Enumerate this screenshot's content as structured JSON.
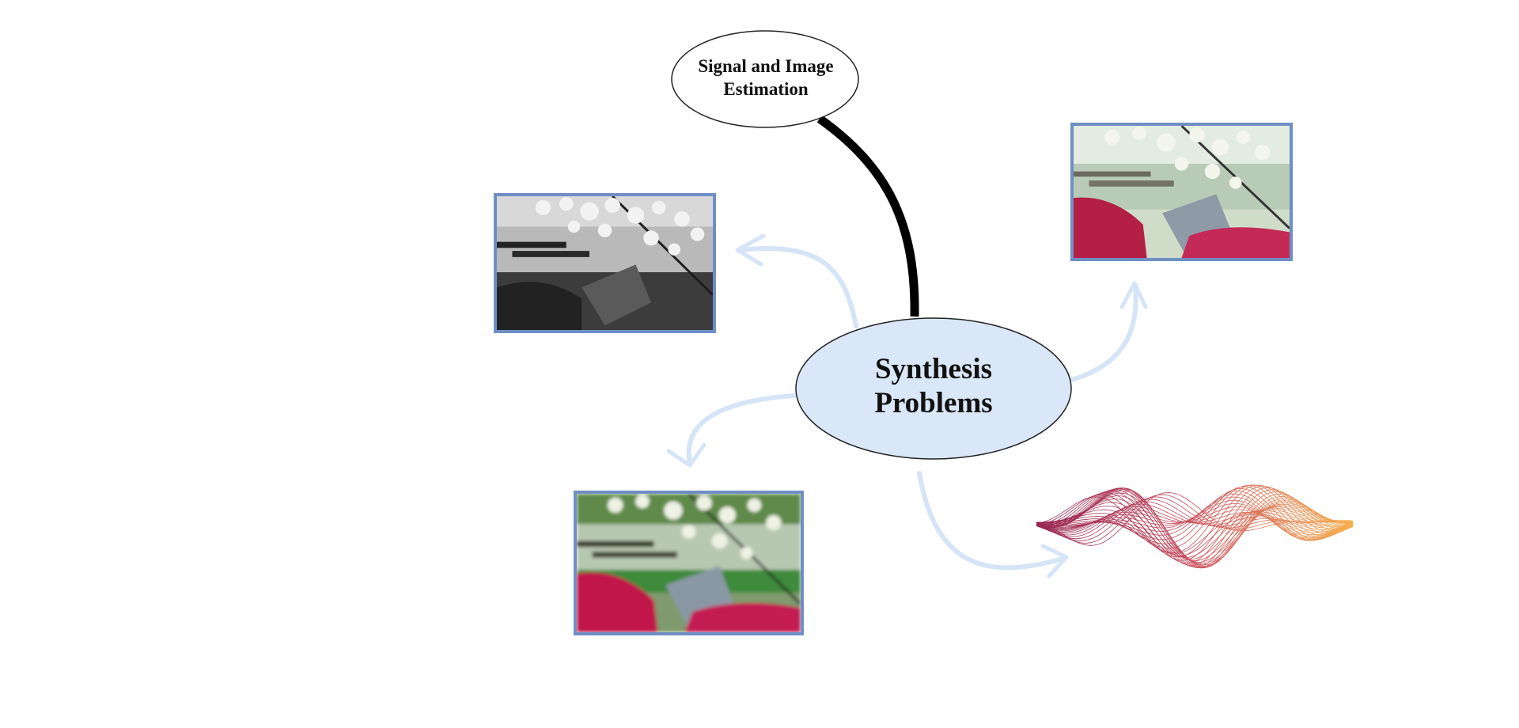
{
  "central_topic": {
    "line1": "Synthesis",
    "line2": "Problems",
    "fill": "#d9e7f8"
  },
  "subtopic": {
    "line1": "Signal and Image",
    "line2": "Estimation"
  },
  "images": [
    {
      "name": "grayscale-lake-photo",
      "style": "grayscale"
    },
    {
      "name": "faded-color-lake-photo",
      "style": "faded-color"
    },
    {
      "name": "blurred-color-lake-photo",
      "style": "blurred-color"
    },
    {
      "name": "wave-ribbon-graphic",
      "style": "line-art"
    }
  ],
  "colors": {
    "photo_border": "#6f8fc4",
    "arrow": "#d5e4f7",
    "connector": "#000000",
    "wave_start": "#8a1040",
    "wave_end": "#f5a83a"
  }
}
